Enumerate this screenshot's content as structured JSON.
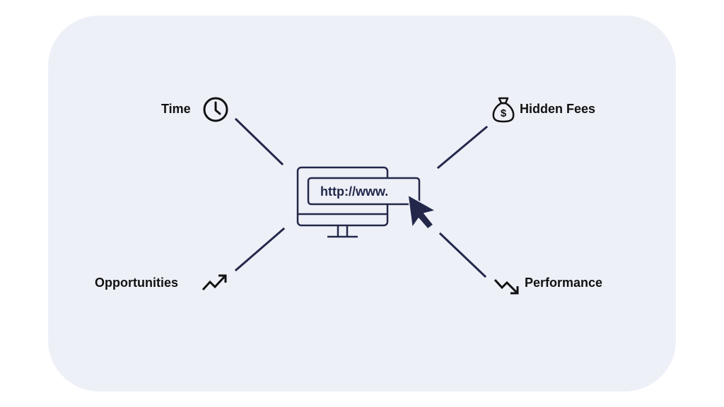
{
  "diagram": {
    "center": {
      "url_text": "http://www."
    },
    "nodes": {
      "time": {
        "label": "Time",
        "icon": "clock-icon"
      },
      "hidden_fees": {
        "label": "Hidden Fees",
        "icon": "money-bag-icon"
      },
      "opportunities": {
        "label": "Opportunities",
        "icon": "trend-up-icon"
      },
      "performance": {
        "label": "Performance",
        "icon": "trend-down-icon"
      }
    }
  },
  "colors": {
    "panel_background": "#eef0f8",
    "line": "#23284a",
    "text": "#111111"
  }
}
